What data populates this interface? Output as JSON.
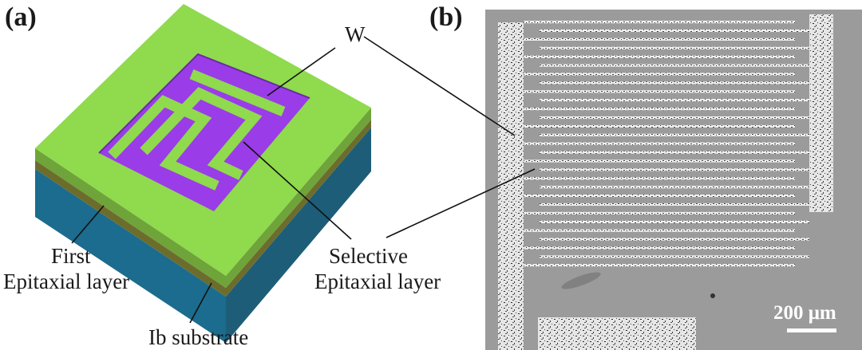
{
  "panel_a": {
    "label": "(a)",
    "annotations": {
      "w": "W",
      "first_line1": "First",
      "first_line2": "Epitaxial layer",
      "selective_line1": "Selective",
      "selective_line2": "Epitaxial layer",
      "substrate": "Ib substrate"
    }
  },
  "panel_b": {
    "label": "(b)",
    "scale_bar": "200 μm"
  },
  "colors": {
    "green_top": "#8fda4d",
    "green_side": "#6fa43a",
    "olive_layer": "#6c6d2c",
    "blue_left": "#1b6c8e",
    "blue_right": "#1d5d78",
    "purple": "#9a3ce8",
    "micrograph_bg": "#9b9b9b",
    "pad": "#e4e4e4"
  }
}
